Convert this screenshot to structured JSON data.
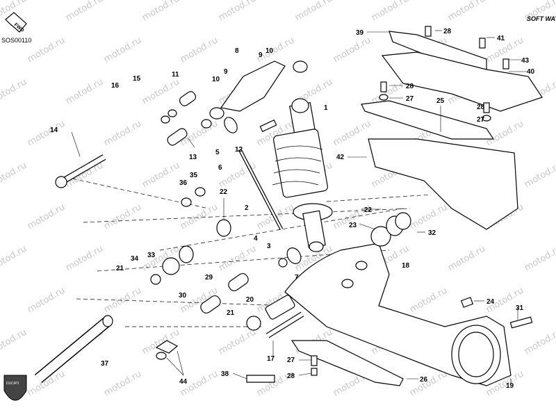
{
  "header": {
    "code": "SOS00110",
    "fwd_label": "FWD",
    "logo_text": "SOFT WAY"
  },
  "watermark": {
    "text": "motod.ru"
  },
  "brand": {
    "badge_text": "DUCATI"
  },
  "callouts": [
    "1",
    "2",
    "3",
    "4",
    "5",
    "6",
    "7",
    "8",
    "9",
    "9",
    "10",
    "10",
    "11",
    "12",
    "13",
    "14",
    "15",
    "16",
    "17",
    "18",
    "19",
    "20",
    "21",
    "21",
    "22",
    "22",
    "23",
    "24",
    "25",
    "26",
    "27",
    "27",
    "27",
    "28",
    "28",
    "28",
    "28",
    "29",
    "30",
    "31",
    "32",
    "33",
    "34",
    "35",
    "36",
    "37",
    "38",
    "39",
    "40",
    "41",
    "42",
    "43",
    "44"
  ]
}
